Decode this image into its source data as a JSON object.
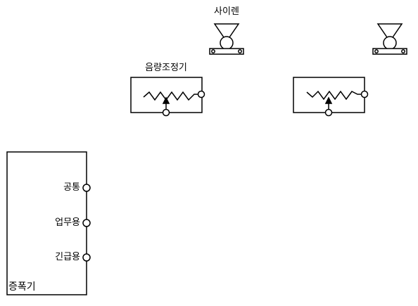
{
  "siren": {
    "label": "사이렌"
  },
  "volume_control": {
    "label": "음량조정기"
  },
  "amplifier": {
    "title": "증폭기",
    "terminals": [
      {
        "label": "공통"
      },
      {
        "label": "업무용"
      },
      {
        "label": "긴급용"
      }
    ]
  },
  "colors": {
    "line": "#000000",
    "background": "#ffffff"
  }
}
